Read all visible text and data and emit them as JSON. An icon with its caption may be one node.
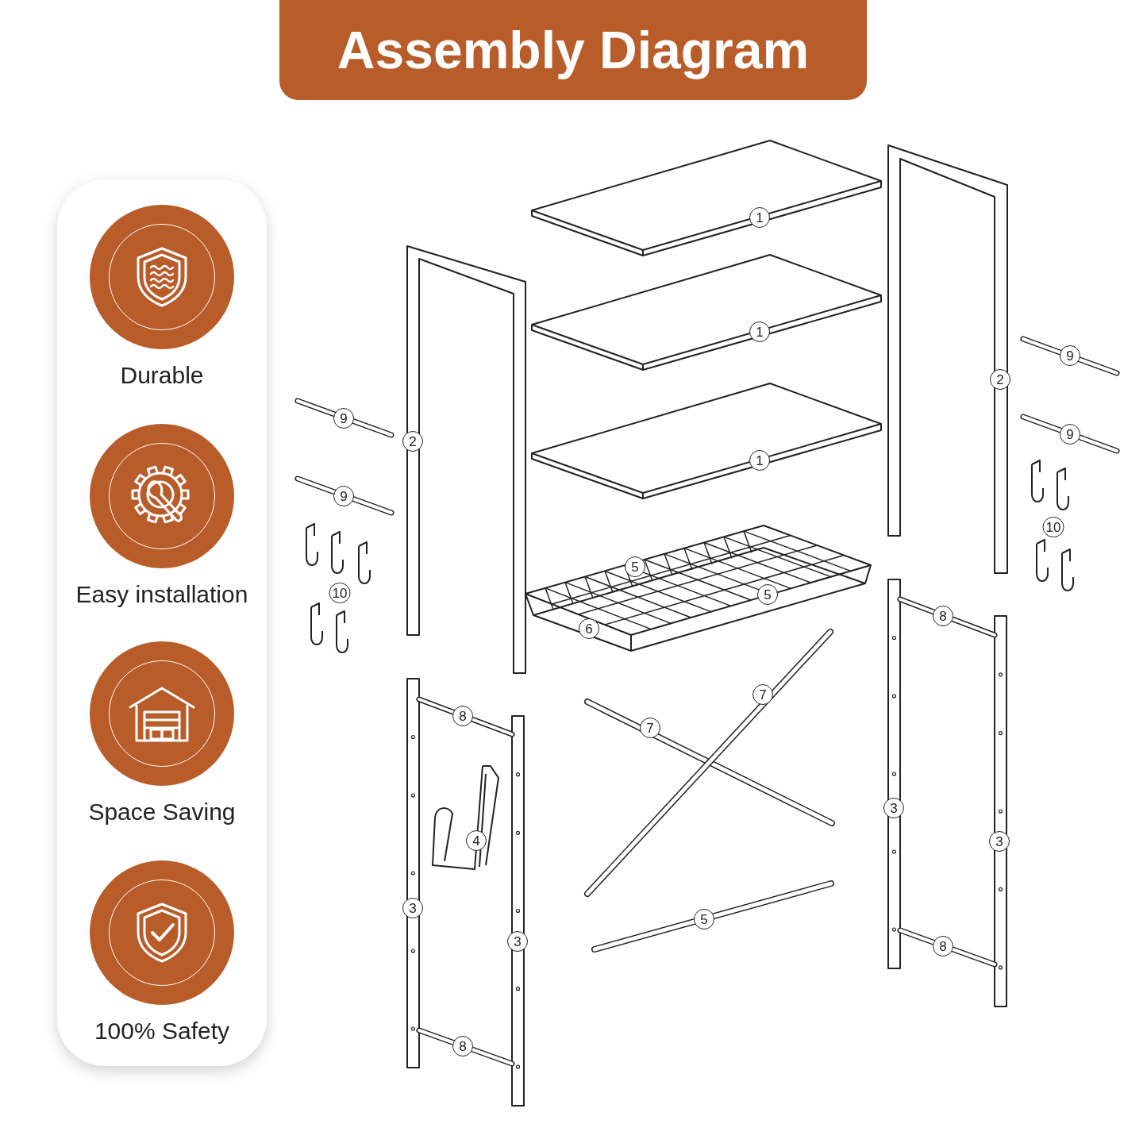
{
  "diagram": {
    "title": "Assembly Diagram",
    "nodes": [
      {
        "text": [
          "Durable"
        ]
      },
      {
        "text": [
          "Easy installation"
        ]
      },
      {
        "text": [
          "Space Saving"
        ]
      },
      {
        "text": [
          "100% Safety"
        ]
      }
    ],
    "labels": [
      "1",
      "1",
      "9",
      "2",
      "9",
      "9",
      "2",
      "1",
      "9",
      "10",
      "5",
      "10",
      "5",
      "8",
      "6",
      "7",
      "8",
      "7",
      "3",
      "4",
      "3",
      "3",
      "5",
      "3",
      "8",
      "8"
    ]
  }
}
